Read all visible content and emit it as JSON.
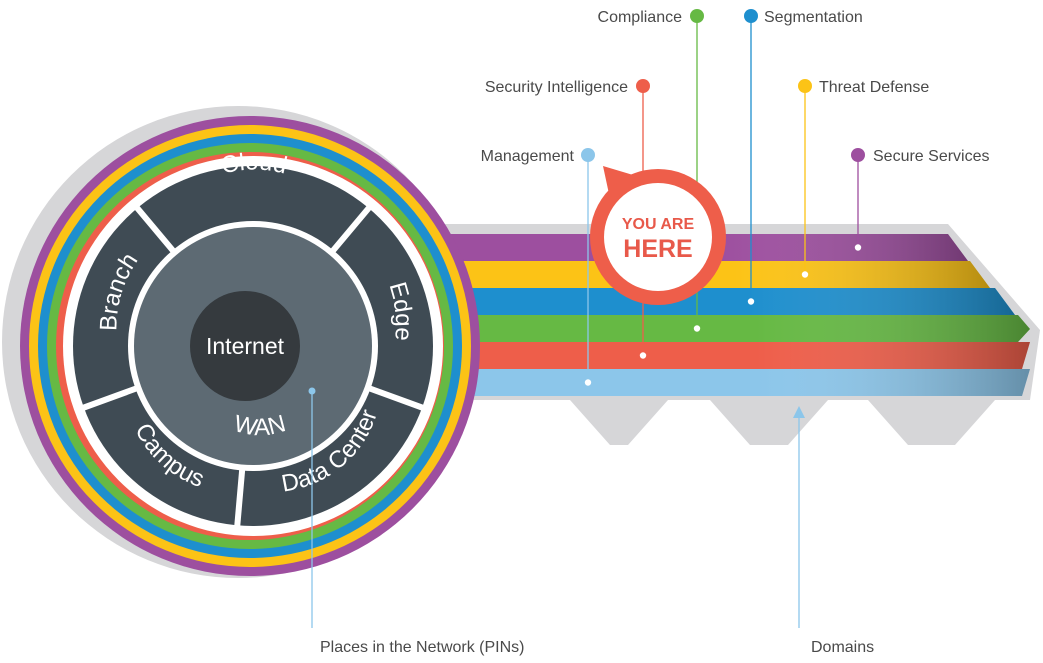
{
  "domains": [
    {
      "label": "Compliance",
      "color": "#66b944"
    },
    {
      "label": "Segmentation",
      "color": "#1e8fce"
    },
    {
      "label": "Security Intelligence",
      "color": "#ee5e4a"
    },
    {
      "label": "Threat Defense",
      "color": "#fcc316"
    },
    {
      "label": "Management",
      "color": "#8cc6ea"
    },
    {
      "label": "Secure Services",
      "color": "#9d4f9f"
    }
  ],
  "pins": [
    "Cloud",
    "Edge",
    "Data Center",
    "Campus",
    "Branch"
  ],
  "core": {
    "wan": "WAN",
    "internet": "Internet"
  },
  "marker": {
    "line1": "YOU ARE",
    "line2": "HERE"
  },
  "callouts": {
    "pins": "Places in the Network (PINs)",
    "domains": "Domains"
  },
  "colors": {
    "shadow": "#d6d6d8",
    "segment": "#3f4b54",
    "wan": "#5d6a73",
    "internet": "#353a3e",
    "marker": "#ee5e4a"
  }
}
